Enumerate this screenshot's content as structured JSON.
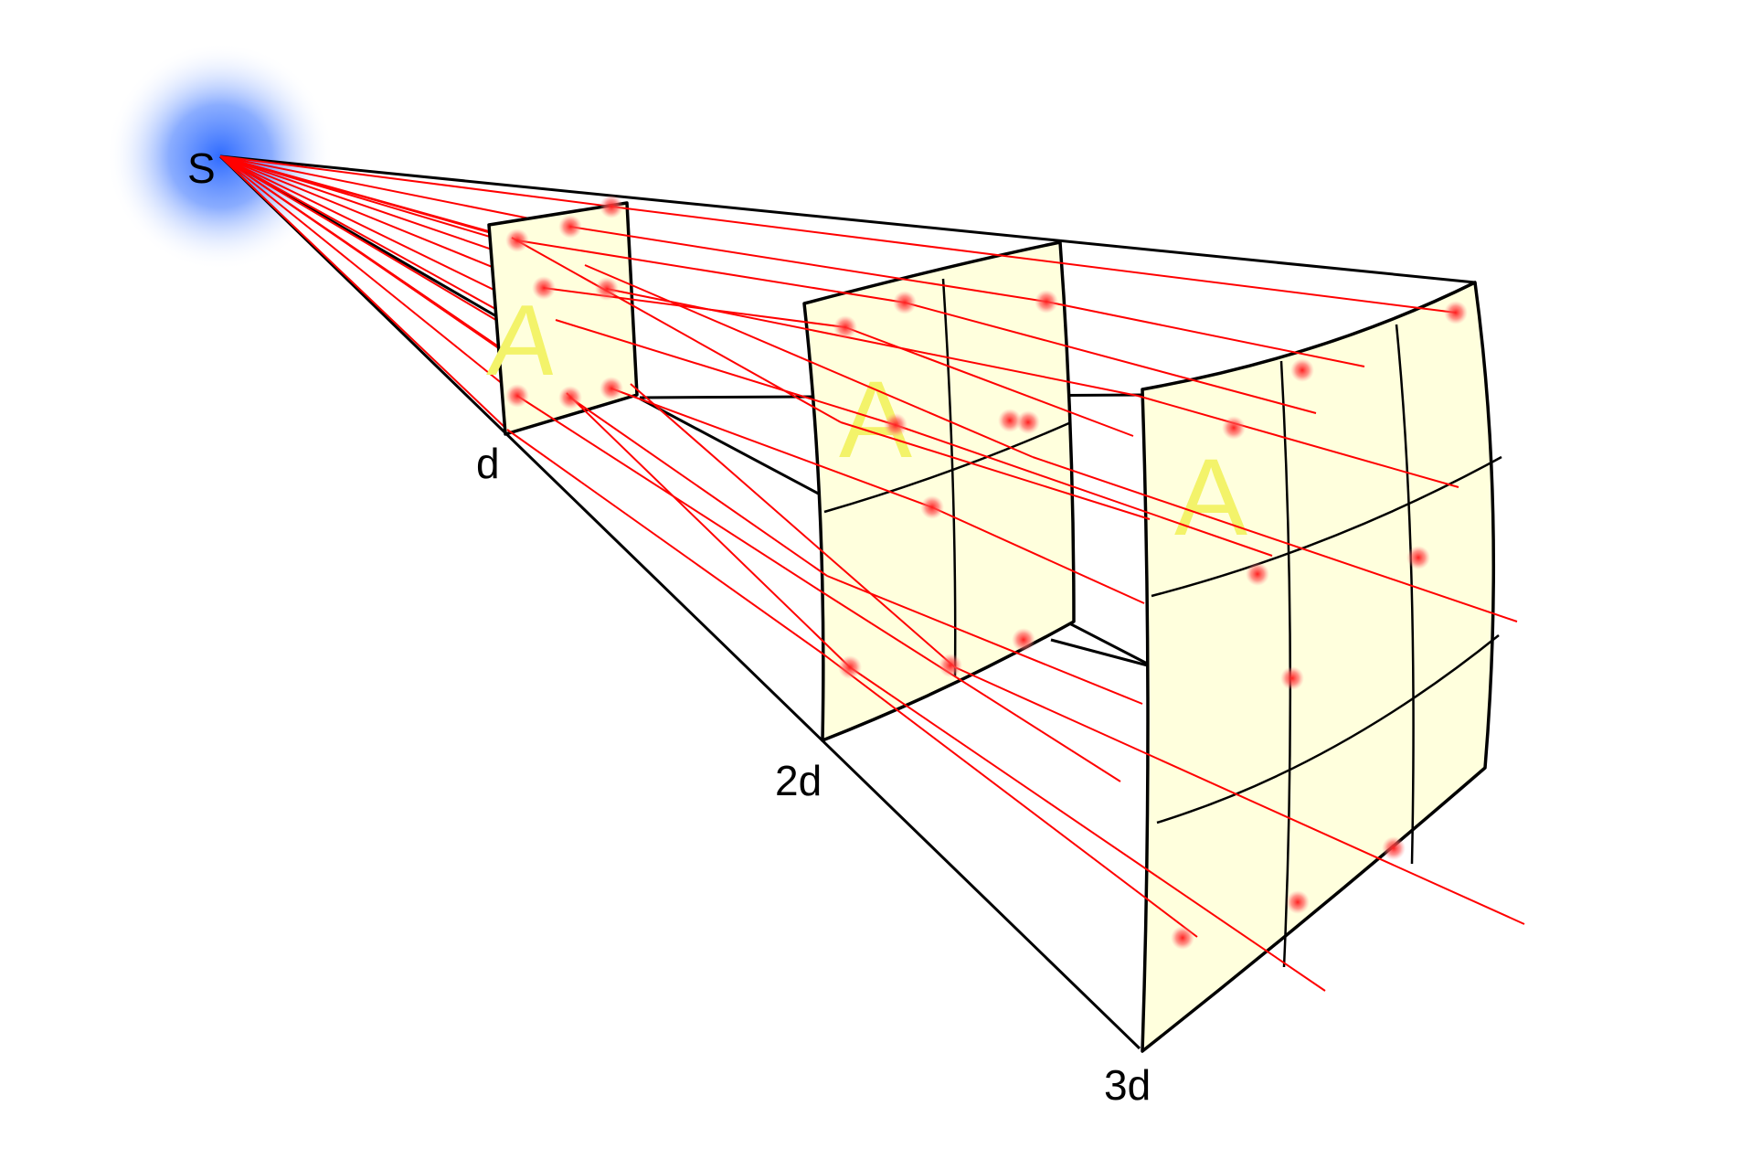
{
  "diagram": {
    "source_label": "S",
    "distance_labels": [
      "d",
      "2d",
      "3d"
    ],
    "area_label": "A"
  },
  "colors": {
    "ray": "#ff0000",
    "panel_fill": "#ffffdd",
    "area_label": "#f3f36a",
    "source_glow": "#3a78ff",
    "outline": "#000000"
  }
}
